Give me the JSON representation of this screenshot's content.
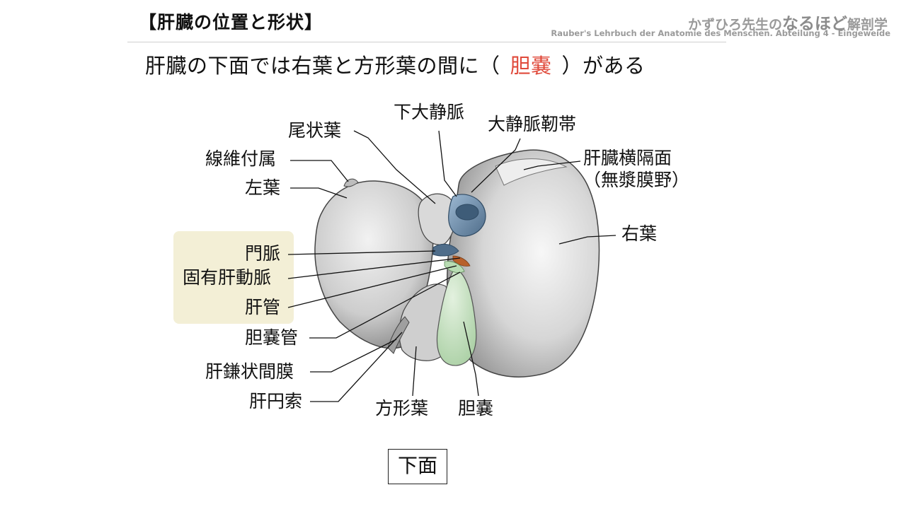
{
  "header": {
    "section_title": "【肝臓の位置と形状】",
    "brand_prefix": "かずひろ先生の",
    "brand_main": "なるほど",
    "brand_suffix": "解剖学",
    "source": "Rauber's Lehrbuch der Anatomie des Menschen. Abteilung 4 - Eingeweide"
  },
  "question": {
    "before": "肝臓の下面では右葉と方形葉の間に（",
    "answer": "胆嚢",
    "after": "）がある"
  },
  "labels": {
    "caudate_lobe": "尾状葉",
    "ivc": "下大静脈",
    "venous_ligament": "大静脈靭帯",
    "bare_area_line1": "肝臓横隔面",
    "bare_area_line2": "（無漿膜野）",
    "fibrous_appendix": "線維付属",
    "left_lobe": "左葉",
    "right_lobe": "右葉",
    "portal_vein": "門脈",
    "hepatic_artery": "固有肝動脈",
    "hepatic_duct": "肝管",
    "cystic_duct": "胆嚢管",
    "falciform_ligament": "肝鎌状間膜",
    "round_ligament": "肝円索",
    "quadrate_lobe": "方形葉",
    "gallbladder": "胆嚢"
  },
  "view": "下面",
  "colors": {
    "answer": "#e04a3b",
    "highlight_box": "#f3efd6",
    "gallbladder": "#c9e4c4",
    "portal_vein": "#4f6d8a",
    "ivc": "#6f93b4",
    "artery": "#b8602a"
  }
}
